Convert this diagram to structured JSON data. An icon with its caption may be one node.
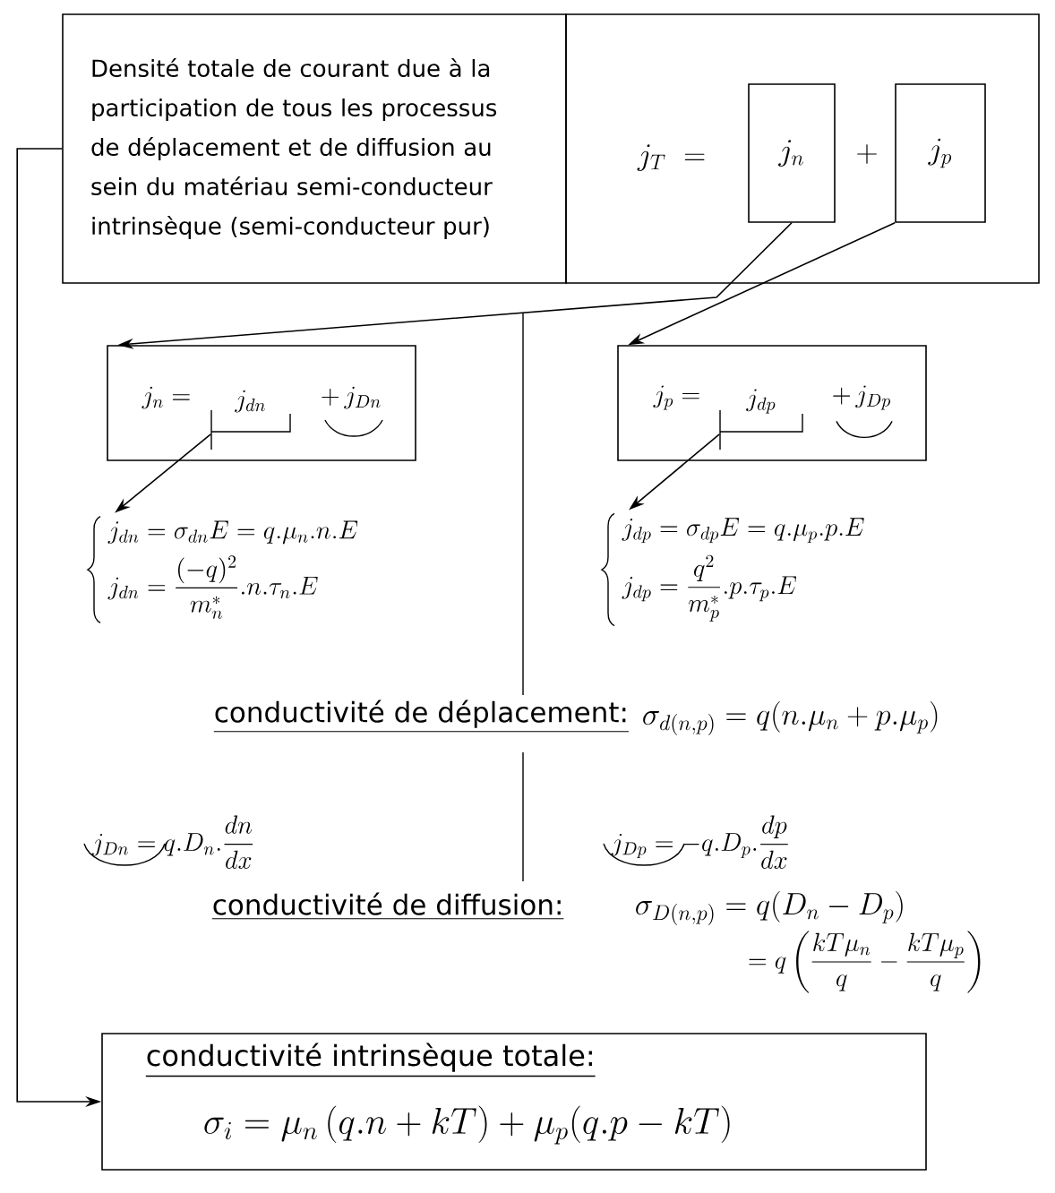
{
  "diagram": {
    "nodes": [
      {
        "text": [
          "Densité totale de courant due à la participation de tous les processus de déplacement et de diffusion au sein du matériau semi-conducteur intrinsèque (semi-conducteur pur)"
        ]
      },
      {
        "text": [
          "j_T \\;=",
          "+"
        ]
      },
      {
        "text": [
          "j_n"
        ],
        "in": 1
      },
      {
        "text": [
          "j_p"
        ],
        "in": 1
      },
      {
        "text": [
          "j_n =",
          "+\\,j_{Dn}"
        ]
      },
      {
        "text": [
          "j_{dn}"
        ],
        "in": 4
      },
      {
        "text": [
          "j_p =",
          "+\\,j_{Dp}"
        ]
      },
      {
        "text": [
          "j_{dp}"
        ],
        "in": 6
      },
      {
        "text": [
          "j_{dn} = \\sigma_{dn}E = q.\\mu_n.n.E",
          "j_{dn} = \\frac{(-q)^2}{m_n^*}.n.\\tau_n.E"
        ]
      },
      {
        "text": [
          "j_{dp} = \\sigma_{dp}E = q.\\mu_p.p.E",
          "j_{dp} = \\frac{q^2}{m_p^*}.p.\\tau_p.E"
        ]
      },
      {
        "text": [
          "conductivité intrinsèque totale:",
          "\\sigma_i = \\mu_n\\,(q.n + kT) + \\mu_p(q.p - kT)"
        ]
      }
    ],
    "edges": [
      {
        "from": 2,
        "to": 4,
        "arrow": "to"
      },
      {
        "from": 3,
        "to": 6,
        "arrow": "to"
      },
      {
        "from": 5,
        "to": 8,
        "arrow": "to"
      },
      {
        "from": 7,
        "to": 9,
        "arrow": "to"
      },
      {
        "from": 0,
        "to": 10,
        "arrow": "to"
      }
    ],
    "labels": [
      "conductivité de déplacement:",
      "\\sigma_{d(n,p)} = q(n.\\mu_n + p.\\mu_p)",
      "j_{Dn} = q.D_n.\\frac{dn}{dx}",
      "j_{Dp} = -q.D_p.\\frac{dp}{dx}",
      "conductivité de diffusion:",
      "\\sigma_{D(n,p)} = q(D_n - D_p)",
      "= q\\left(\\frac{kT\\mu_n}{q} - \\frac{kT\\mu_p}{q}\\right)"
    ]
  }
}
